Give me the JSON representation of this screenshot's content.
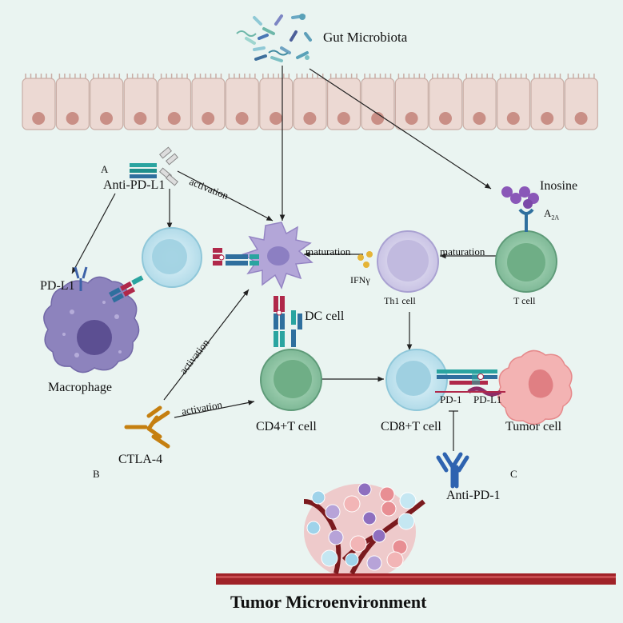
{
  "header": {
    "gut_microbiota": "Gut Microbiota"
  },
  "panels": {
    "a": "A",
    "b": "B",
    "c": "C"
  },
  "molecules": {
    "anti_pd_l1": "Anti-PD-L1",
    "pd_l1_left": "PD-L1",
    "ctla4": "CTLA-4",
    "anti_pd_1": "Anti-PD-1",
    "inosine": "Inosine",
    "a2a_main": "A",
    "a2a_sub": "2A",
    "ifng": "IFNγ",
    "pd1": "PD-1",
    "pd_l1_right": "PD-L1"
  },
  "cells": {
    "dc": "DC cell",
    "macrophage": "Macrophage",
    "th1": "Th1 cell",
    "t_cell": "T cell",
    "cd4": "CD4+T cell",
    "cd8": "CD8+T cell",
    "tumor": "Tumor cell"
  },
  "arrows": {
    "activation_top": "activation",
    "activation_diag": "activation",
    "activation_low": "activation",
    "maturation_left": "maturation",
    "maturation_right": "maturation"
  },
  "footer": {
    "title": "Tumor Microenvironment"
  },
  "colors": {
    "background": "#eaf4f1",
    "epithelium": "#ecd9d3",
    "dc": "#b3a6d8",
    "macrophage": "#8d83bd",
    "t_cell_green": "#8cc7a3",
    "cd8_blue": "#c6e6f0",
    "th1_lavender": "#d4d0ea",
    "tumor_pink": "#f1a4a5",
    "antibody_teal": "#1f8f8c",
    "ctla4_orange": "#e09a1b",
    "anti_pd1_blue": "#2e63b0",
    "inosine_purple": "#8a57b8",
    "vessel_red": "#a02228"
  }
}
